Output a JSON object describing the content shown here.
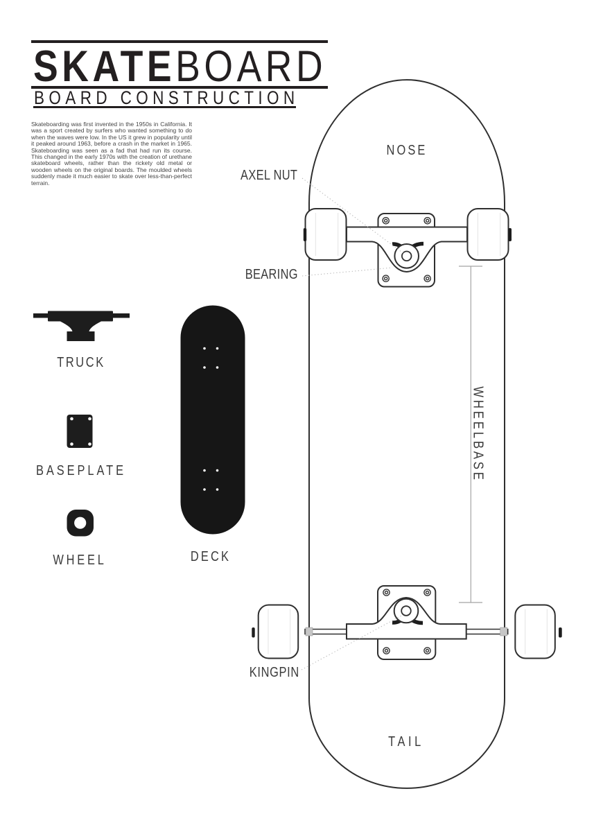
{
  "header": {
    "title_bold": "SKATE",
    "title_light": "BOARD",
    "subtitle": "BOARD CONSTRUCTION"
  },
  "intro": {
    "text": "Skateboarding was first invented in the 1950s in California. It was a sport created by surfers who wanted something to do when the waves were low. In the US it grew in popularity until it peaked around 1963, before a crash in the market in 1965. Skateboarding was seen as a fad that had run its course. This changed in the early 1970s with the creation of urethane skateboard wheels, rather than the rickety old metal or wooden wheels on the original boards. The moulded wheels suddenly made it much easier to skate over less-than-perfect terrain."
  },
  "diagram": {
    "nose_label": "NOSE",
    "tail_label": "TAIL",
    "axel_nut_label": "AXEL NUT",
    "bearing_label": "BEARING",
    "kingpin_label": "KINGPIN",
    "wheelbase_label": "WHEELBASE"
  },
  "components": {
    "truck_label": "TRUCK",
    "baseplate_label": "BASEPLATE",
    "wheel_label": "WHEEL",
    "deck_label": "DECK"
  },
  "colors": {
    "ink": "#231f20",
    "line": "#2f2f2f",
    "leader_dotted": "#b9b9b9",
    "measure": "#a3a3a3",
    "fill_black": "#1d1d1d",
    "nut_gray": "#c6c6c6"
  }
}
